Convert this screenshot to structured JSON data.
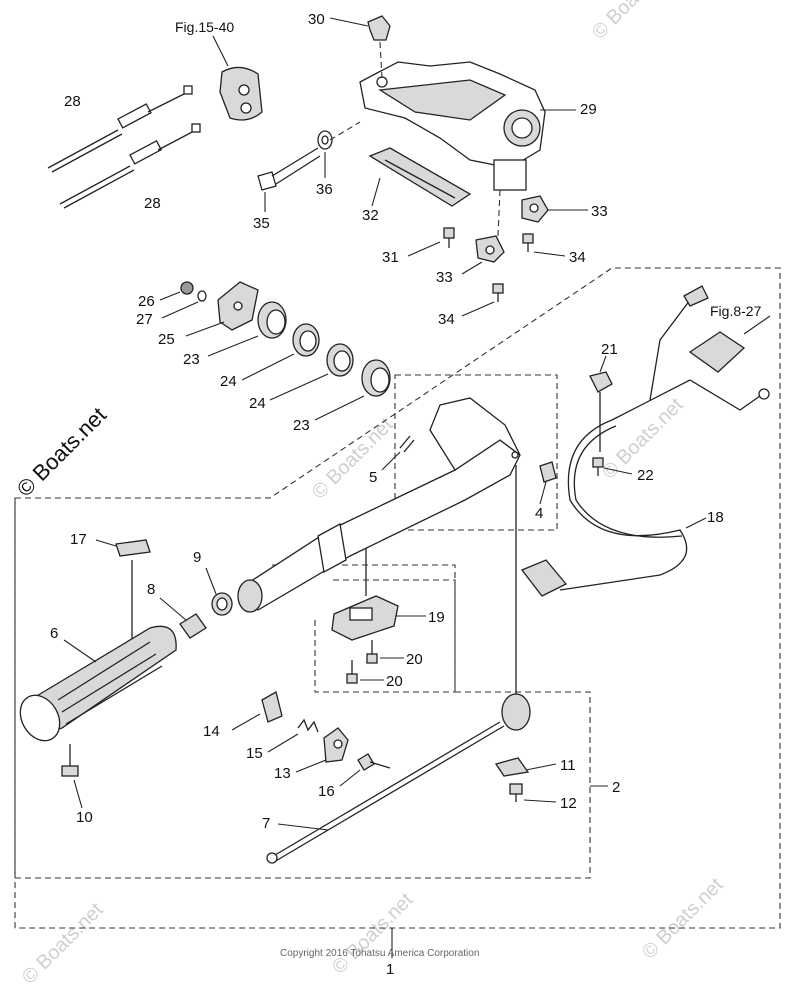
{
  "watermark": {
    "brand": "© Boats.net",
    "faint": "© Boats.net"
  },
  "copyright": "Copyright 2016 Tohatsu America Corporation",
  "references": {
    "fig_15_40": "Fig.15-40",
    "fig_8_27": "Fig.8-27"
  },
  "callouts": {
    "c1": "1",
    "c2": "2",
    "c4": "4",
    "c5": "5",
    "c6": "6",
    "c7": "7",
    "c8": "8",
    "c9": "9",
    "c10": "10",
    "c11": "11",
    "c12": "12",
    "c13": "13",
    "c14": "14",
    "c15": "15",
    "c16": "16",
    "c17": "17",
    "c18": "18",
    "c19": "19",
    "c20a": "20",
    "c20b": "20",
    "c21": "21",
    "c22": "22",
    "c23a": "23",
    "c23b": "23",
    "c24a": "24",
    "c24b": "24",
    "c25": "25",
    "c26": "26",
    "c27": "27",
    "c28a": "28",
    "c28b": "28",
    "c29": "29",
    "c30": "30",
    "c31": "31",
    "c32": "32",
    "c33a": "33",
    "c33b": "33",
    "c34a": "34",
    "c34b": "34",
    "c35": "35",
    "c36": "36"
  },
  "icons": {
    "cables": "throttle-cable-icon",
    "bracket": "steering-bracket-icon",
    "handle": "tiller-handle-icon",
    "grip": "throttle-grip-icon",
    "harness": "wire-harness-icon"
  }
}
